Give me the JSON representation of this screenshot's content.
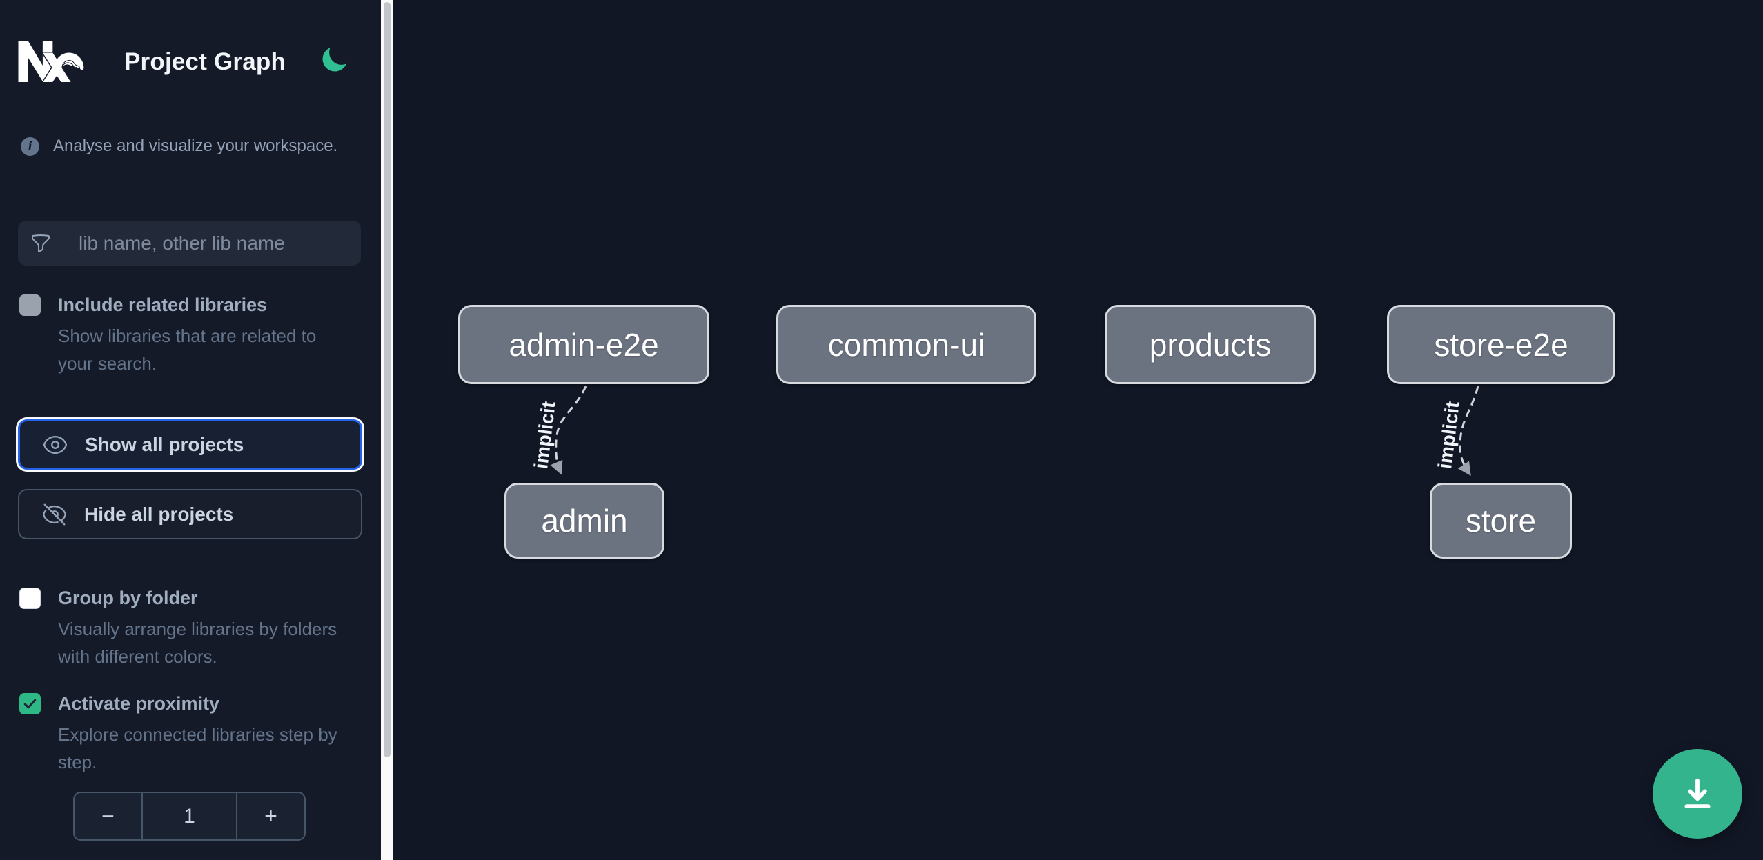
{
  "header": {
    "title": "Project Graph",
    "logo_icon": "nx-logo",
    "theme_icon": "moon-icon"
  },
  "sidebar": {
    "tagline": "Analyse and visualize your workspace.",
    "search": {
      "placeholder": "lib name, other lib name",
      "icon": "funnel-icon"
    },
    "options": [
      {
        "label": "Include related libraries",
        "description": "Show libraries that are related to your search.",
        "checked": false,
        "variant": "gray"
      },
      {
        "label": "Group by folder",
        "description": "Visually arrange libraries by folders with different colors.",
        "checked": false,
        "variant": "white"
      },
      {
        "label": "Activate proximity",
        "description": "Explore connected libraries step by step.",
        "checked": true,
        "variant": "green"
      }
    ],
    "buttons": [
      {
        "label": "Show all projects",
        "icon": "eye-icon",
        "focused": true
      },
      {
        "label": "Hide all projects",
        "icon": "eye-off-icon",
        "focused": false
      }
    ],
    "stepper": {
      "decrement": "−",
      "value": "1",
      "increment": "+"
    }
  },
  "graph": {
    "nodes": [
      {
        "id": "admin-e2e",
        "label": "admin-e2e"
      },
      {
        "id": "common-ui",
        "label": "common-ui"
      },
      {
        "id": "products",
        "label": "products"
      },
      {
        "id": "store-e2e",
        "label": "store-e2e"
      },
      {
        "id": "admin",
        "label": "admin"
      },
      {
        "id": "store",
        "label": "store"
      }
    ],
    "edges": [
      {
        "from": "admin-e2e",
        "to": "admin",
        "label": "implicit",
        "type": "implicit"
      },
      {
        "from": "store-e2e",
        "to": "store",
        "label": "implicit",
        "type": "implicit"
      }
    ]
  },
  "fab": {
    "icon": "download-icon"
  },
  "colors": {
    "sidebar_bg": "#151a28",
    "canvas_bg": "#121726",
    "accent_green": "#2eb886",
    "fab_green": "#34b48c",
    "focus_blue": "#2563eb",
    "node_fill": "#6b7280",
    "node_border": "#d7dbe0",
    "edge": "#d1d5db",
    "muted_text": "#64748b",
    "label_text": "#9fadbf"
  }
}
